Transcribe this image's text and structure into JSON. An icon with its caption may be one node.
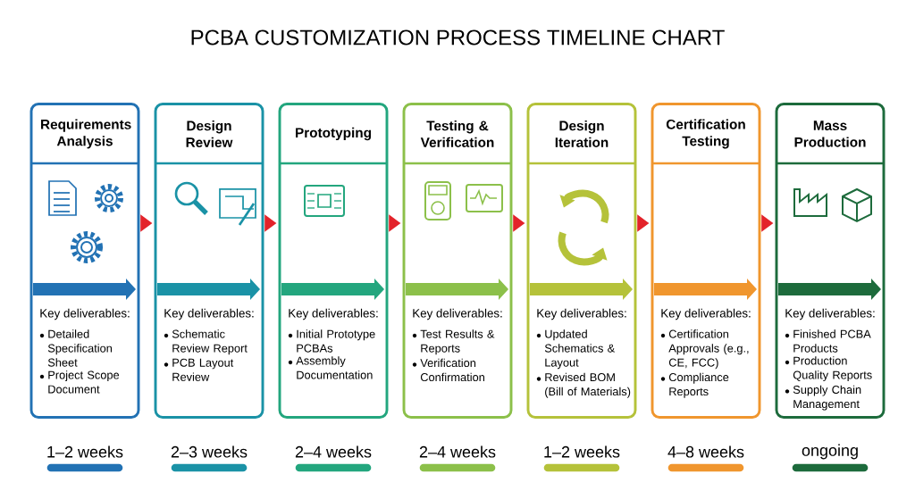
{
  "diagram": {
    "title": "PCBA CUSTOMIZATION PROCESS TIMELINE CHART",
    "nodes": [
      {
        "text": [
          "Requirements Analysis",
          "Key deliverables:",
          "Detailed Specification Sheet",
          "Project Scope Document"
        ],
        "beside": [
          "1–2 weeks"
        ]
      },
      {
        "text": [
          "Design Review",
          "Key deliverables:",
          "Schematic Review Report",
          "PCB Layout Review"
        ],
        "beside": [
          "2–3 weeks"
        ]
      },
      {
        "text": [
          "Prototyping",
          "Key deliverables:",
          "Initial Prototype PCBAs",
          "Assembly Documentation"
        ],
        "beside": [
          "2–4 weeks"
        ]
      },
      {
        "text": [
          "Testing & Verification",
          "Key deliverables:",
          "Test Results & Reports",
          "Verification Confirmation"
        ],
        "beside": [
          "2–4 weeks"
        ]
      },
      {
        "text": [
          "Design Iteration",
          "Key deliverables:",
          "Updated Schematics & Layout",
          "Revised BOM (Bill of Materials)"
        ],
        "beside": [
          "1–2 weeks"
        ]
      },
      {
        "text": [
          "Certification Testing",
          "Key deliverables:",
          "Certification Approvals (e.g., CE, FCC)",
          "Compliance Reports"
        ],
        "beside": [
          "4–8 weeks"
        ]
      },
      {
        "text": [
          "Mass Production",
          "Key deliverables:",
          "Finished PCBA Products",
          "Production Quality Reports",
          "Supply Chain Management"
        ],
        "beside": [
          "ongoing"
        ]
      }
    ],
    "edges": [
      {
        "from": 0,
        "to": 1,
        "arrow": "to"
      },
      {
        "from": 1,
        "to": 2,
        "arrow": "to"
      },
      {
        "from": 2,
        "to": 3,
        "arrow": "to"
      },
      {
        "from": 3,
        "to": 4,
        "arrow": "to"
      },
      {
        "from": 4,
        "to": 5,
        "arrow": "to"
      },
      {
        "from": 5,
        "to": 6,
        "arrow": "to"
      }
    ]
  }
}
